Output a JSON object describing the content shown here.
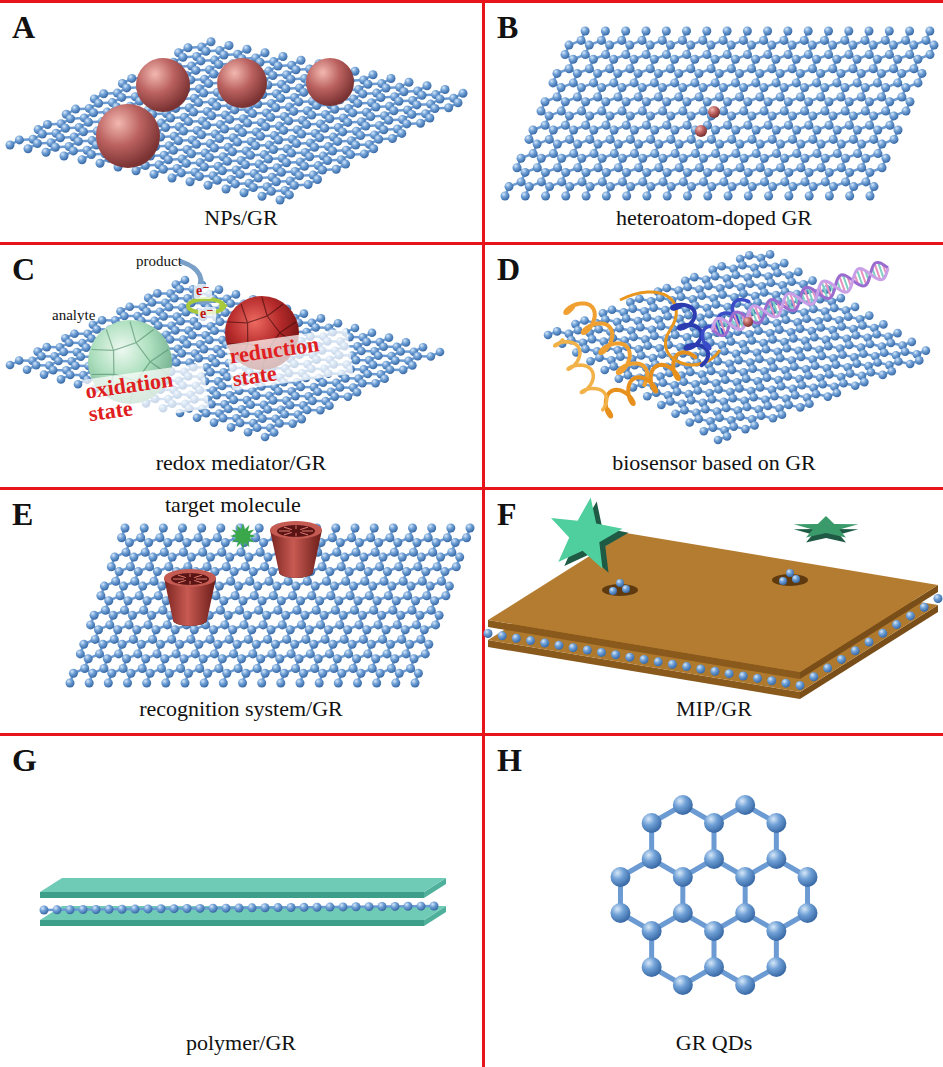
{
  "diagram": {
    "nodes": [
      {
        "text": [
          "A",
          "NPs/GR"
        ]
      },
      {
        "text": [
          "B",
          "heteroatom-doped GR"
        ]
      },
      {
        "text": [
          "C",
          "redox mediator/GR"
        ]
      },
      {
        "text": [
          "D",
          "biosensor based on GR"
        ]
      },
      {
        "text": [
          "E",
          "recognition system/GR"
        ]
      },
      {
        "text": [
          "F",
          "MIP/GR"
        ]
      },
      {
        "text": [
          "G",
          "polymer/GR"
        ]
      },
      {
        "text": [
          "H",
          "GR QDs"
        ]
      }
    ],
    "labels": [
      "product",
      "analyte",
      "e⁻",
      "e⁻",
      "reduction state",
      "oxidation state",
      "target molecule"
    ]
  }
}
